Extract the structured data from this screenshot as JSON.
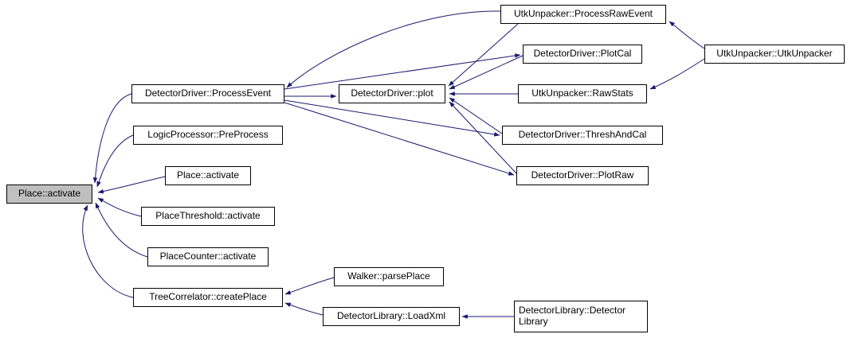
{
  "diagram": {
    "kind": "doxygen caller graph",
    "edge_color": "#191970",
    "node_border_color": "#000000",
    "highlight_fill": "#bfbfbf",
    "nodes": [
      {
        "label": "Place::activate",
        "highlighted": true
      },
      {
        "label": "DetectorDriver::ProcessEvent"
      },
      {
        "label": "LogicProcessor::PreProcess"
      },
      {
        "label": "Place::activate"
      },
      {
        "label": "PlaceThreshold::activate"
      },
      {
        "label": "PlaceCounter::activate"
      },
      {
        "label": "TreeCorrelator::createPlace"
      },
      {
        "label": "DetectorDriver::plot"
      },
      {
        "label": "Walker::parsePlace"
      },
      {
        "label": "DetectorLibrary::LoadXml"
      },
      {
        "label": "UtkUnpacker::ProcessRawEvent"
      },
      {
        "label": "DetectorDriver::PlotCal"
      },
      {
        "label": "UtkUnpacker::RawStats"
      },
      {
        "label": "DetectorDriver::ThreshAndCal"
      },
      {
        "label": "DetectorDriver::PlotRaw"
      },
      {
        "line1": "DetectorLibrary::Detector",
        "line2": "Library"
      },
      {
        "label": "UtkUnpacker::UtkUnpacker"
      }
    ]
  }
}
